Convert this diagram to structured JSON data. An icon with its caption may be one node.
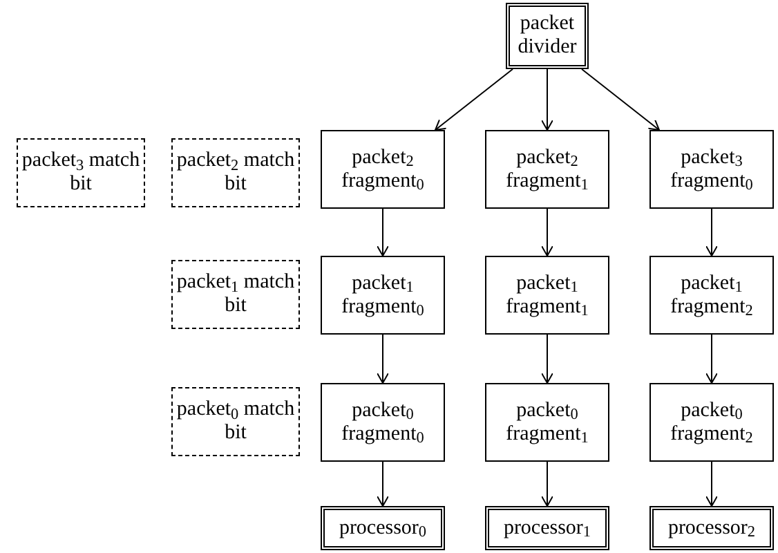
{
  "diagram": {
    "nodes": [
      {
        "text": [
          "packet divider"
        ]
      },
      {
        "text": [
          "packet$_{3}$ match bit"
        ]
      },
      {
        "text": [
          "packet$_{2}$ match bit"
        ]
      },
      {
        "text": [
          "packet$_{2}$ fragment$_{0}$"
        ]
      },
      {
        "text": [
          "packet$_{2}$ fragment$_{1}$"
        ]
      },
      {
        "text": [
          "packet$_{3}$ fragment$_{0}$"
        ]
      },
      {
        "text": [
          "packet$_{1}$ match bit"
        ]
      },
      {
        "text": [
          "packet$_{1}$ fragment$_{0}$"
        ]
      },
      {
        "text": [
          "packet$_{1}$ fragment$_{1}$"
        ]
      },
      {
        "text": [
          "packet$_{1}$ fragment$_{2}$"
        ]
      },
      {
        "text": [
          "packet$_{0}$ match bit"
        ]
      },
      {
        "text": [
          "packet$_{0}$ fragment$_{0}$"
        ]
      },
      {
        "text": [
          "packet$_{0}$ fragment$_{1}$"
        ]
      },
      {
        "text": [
          "packet$_{0}$ fragment$_{2}$"
        ]
      },
      {
        "text": [
          "processor$_{0}$"
        ]
      },
      {
        "text": [
          "processor$_{1}$"
        ]
      },
      {
        "text": [
          "processor$_{2}$"
        ]
      }
    ],
    "edges": [
      {
        "from": 0,
        "to": 3,
        "arrow": "to"
      },
      {
        "from": 0,
        "to": 4,
        "arrow": "to"
      },
      {
        "from": 0,
        "to": 5,
        "arrow": "to"
      },
      {
        "from": 3,
        "to": 7,
        "arrow": "to"
      },
      {
        "from": 7,
        "to": 11,
        "arrow": "to"
      },
      {
        "from": 11,
        "to": 14,
        "arrow": "to"
      },
      {
        "from": 4,
        "to": 8,
        "arrow": "to"
      },
      {
        "from": 8,
        "to": 12,
        "arrow": "to"
      },
      {
        "from": 12,
        "to": 15,
        "arrow": "to"
      },
      {
        "from": 5,
        "to": 9,
        "arrow": "to"
      },
      {
        "from": 9,
        "to": 13,
        "arrow": "to"
      },
      {
        "from": 13,
        "to": 16,
        "arrow": "to"
      }
    ]
  }
}
